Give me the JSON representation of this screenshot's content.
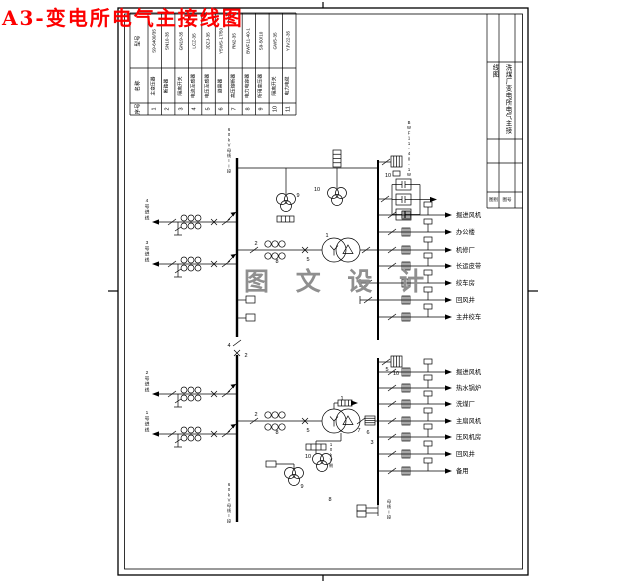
{
  "page_title": "A3-变电所电气主接线图",
  "watermark": "图 文 设 计",
  "equipment_table": {
    "headers": {
      "model": "型号",
      "name": "名称",
      "no": "序号"
    },
    "items": [
      {
        "no": "1",
        "name": "主变压器",
        "model": "S9-6400/35"
      },
      {
        "no": "2",
        "name": "断路器",
        "model": "SN10-35"
      },
      {
        "no": "3",
        "name": "隔离开关",
        "model": "GN19-35"
      },
      {
        "no": "4",
        "name": "电流互感器",
        "model": "LCZ-35"
      },
      {
        "no": "5",
        "name": "电压互感器",
        "model": "JDZJ-35"
      },
      {
        "no": "6",
        "name": "避雷器",
        "model": "Y5WS-17/50"
      },
      {
        "no": "7",
        "name": "高压熔断器",
        "model": "RN2-35"
      },
      {
        "no": "8",
        "name": "电力电容器",
        "model": "BWF11-40-1"
      },
      {
        "no": "9",
        "name": "所用变压器",
        "model": "S9-50/10"
      },
      {
        "no": "10",
        "name": "隔离开关",
        "model": "GW5-35"
      },
      {
        "no": "11",
        "name": "电力电缆",
        "model": "YJV22-35"
      }
    ]
  },
  "title_block": {
    "project": "洗煤厂变电所电气主接线图",
    "cell_a": "图别",
    "cell_b": "图号"
  },
  "schematic": {
    "bus_left_top": "60kV母线II段",
    "bus_left_bottom": "60kV母线I段",
    "bus_right_bottom": "母线I段",
    "capacitor_label": "BWF11-40-1W",
    "cable_label": "10kV侧",
    "incoming": [
      "4号进线",
      "3号进线",
      "2号进线",
      "1号进线"
    ],
    "feeders_top": [
      "掘进风机",
      "办公楼",
      "机修厂",
      "长运皮带",
      "绞车房",
      "回风井",
      "主井绞车"
    ],
    "feeders_bottom": [
      "掘进风机",
      "热水锅炉",
      "洗煤厂",
      "主扇风机",
      "压风机房",
      "回风井",
      "备用"
    ],
    "device_tags": [
      "9",
      "10",
      "1",
      "2",
      "8",
      "5",
      "10",
      "4",
      "2",
      "2",
      "8",
      "5",
      "1",
      "7",
      "6",
      "3",
      "9",
      "10",
      "8",
      "5",
      "10"
    ]
  }
}
